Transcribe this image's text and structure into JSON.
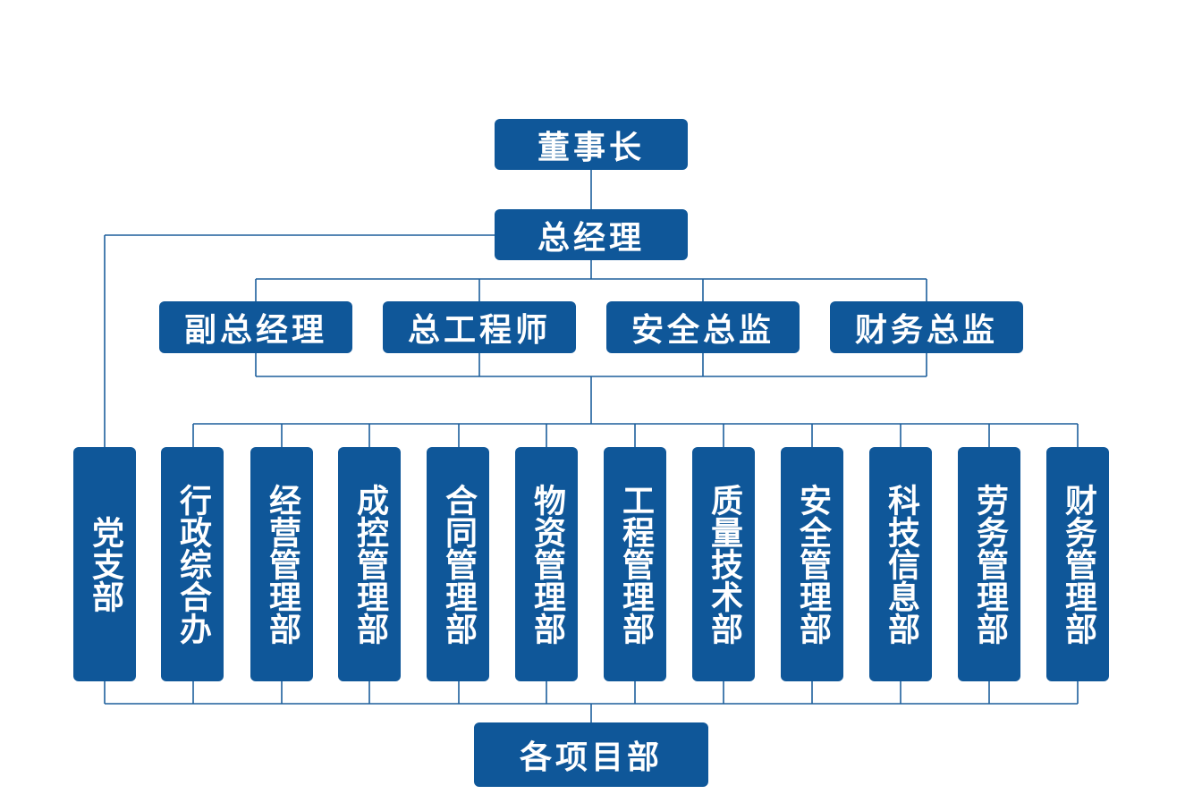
{
  "colors": {
    "box_fill": "#0f5799",
    "line": "#1d5f9c"
  },
  "nodes": {
    "chairman": "董事长",
    "general_manager": "总经理",
    "deputies": [
      "副总经理",
      "总工程师",
      "安全总监",
      "财务总监"
    ],
    "departments": [
      "党支部",
      "行政综合办",
      "经营管理部",
      "成控管理部",
      "合同管理部",
      "物资管理部",
      "工程管理部",
      "质量技术部",
      "安全管理部",
      "科技信息部",
      "劳务管理部",
      "财务管理部"
    ],
    "projects": "各项目部"
  }
}
